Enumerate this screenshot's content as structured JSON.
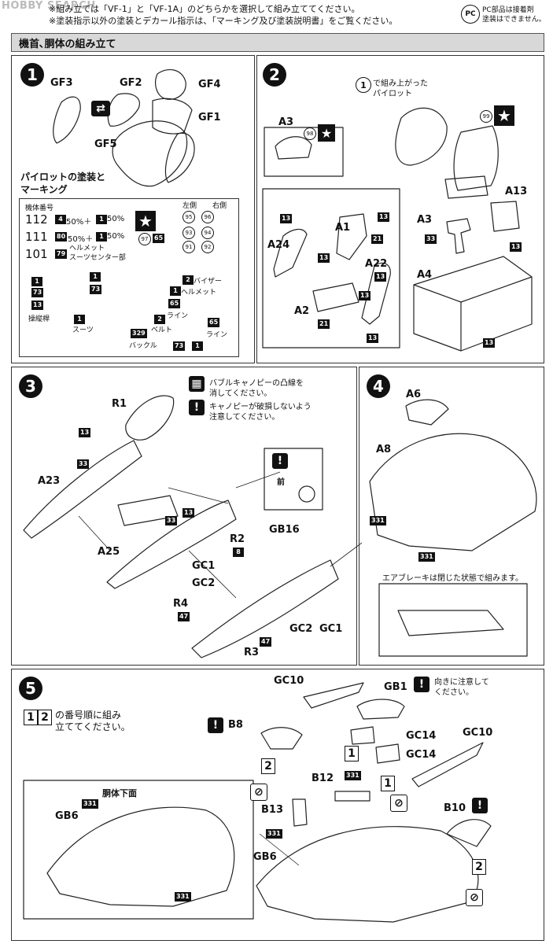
{
  "watermark": "HOBBY SEARCH",
  "top_note": {
    "line1": "※組み立ては「VF-1」と「VF-1A」のどちらかを選択して組み立ててください。",
    "line2": "※塗装指示以外の塗装とデカール指示は、「マーキング及び塗装説明書」をご覧ください。"
  },
  "pc_badge": "PC",
  "pc_note": {
    "line1": "PC部品は接着剤",
    "line2": "塗装はできません。"
  },
  "section_title": "機首､胴体の組み立て",
  "step1": {
    "number": "1",
    "parts": [
      "GF3",
      "GF2",
      "GF4",
      "GF1",
      "GF5"
    ],
    "heading1": "パイロットの塗装と",
    "heading2": "マーキング",
    "table_title": "機体番号",
    "left_label": "左側",
    "right_label": "右側",
    "rows": [
      {
        "id": "112",
        "code1": "4",
        "mix": "50%＋",
        "code2": "1",
        "pct": "50%"
      },
      {
        "id": "111",
        "code1": "80",
        "mix": "50%＋",
        "code2": "1",
        "pct": "50%"
      },
      {
        "id": "101",
        "code1": "79",
        "note1": "ヘルメット",
        "note2": "スーツセンター部"
      }
    ],
    "decals": [
      "95",
      "96",
      "93",
      "94",
      "91",
      "92",
      "97",
      "65"
    ],
    "annot": {
      "c73": "73",
      "c13": "13",
      "stick": "操縦桿",
      "suit": "スーツ",
      "visor": "バイザー",
      "helmet": "ヘルメット",
      "c65": "65",
      "line": "ライン",
      "belt": "ベルト",
      "c329": "329",
      "buckle": "バックル",
      "c1": "1",
      "c2": "2"
    }
  },
  "step2": {
    "number": "2",
    "pilot_ref1": "で組み上がった",
    "pilot_ref2": "パイロット",
    "parts": [
      "A3",
      "A1",
      "A24",
      "A22",
      "A2",
      "A13",
      "A4"
    ],
    "codes": {
      "c13": "13",
      "c21": "21",
      "c33": "33"
    },
    "decals": [
      "98",
      "99"
    ]
  },
  "step3": {
    "number": "3",
    "note1a": "バブルキャノピーの凸線を",
    "note1b": "消してください。",
    "note2a": "キャノピーが破損しないよう",
    "note2b": "注意してください。",
    "front": "前",
    "parts": [
      "R1",
      "A23",
      "A25",
      "R2",
      "GB16",
      "GC1",
      "GC2",
      "R4",
      "R3"
    ],
    "codes": {
      "c13": "13",
      "c33": "33",
      "c8": "8",
      "c47": "47"
    }
  },
  "step4": {
    "number": "4",
    "parts": [
      "A6",
      "A8"
    ],
    "codes": {
      "c331": "331"
    },
    "airbrake_note": "エアブレーキは閉じた状態で組みます。"
  },
  "step5": {
    "number": "5",
    "order_text1": "の番号順に組み",
    "order_text2": "立ててください。",
    "underside": "胴体下面",
    "direction_note1": "向きに注意して",
    "direction_note2": "ください。",
    "parts": [
      "GC10",
      "GB1",
      "B8",
      "GC14",
      "B12",
      "B13",
      "B10",
      "GB6"
    ],
    "codes": {
      "c331": "331"
    },
    "order": [
      "1",
      "2"
    ]
  }
}
